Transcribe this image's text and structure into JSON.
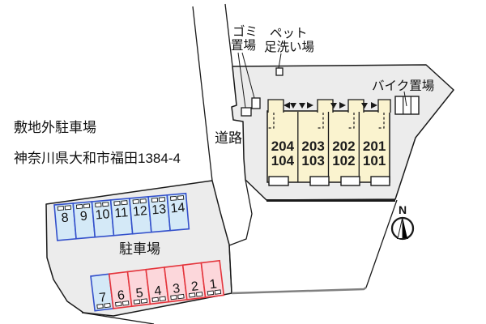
{
  "titles": {
    "site_type": "敷地外駐車場",
    "address": "神奈川県大和市福田1384-4"
  },
  "road": {
    "label": "道路"
  },
  "facility_labels": {
    "garbage": {
      "line1": "ゴミ",
      "line2": "置場"
    },
    "pet_wash": {
      "line1": "ペット",
      "line2": "足洗い場"
    },
    "bike": "バイク置場"
  },
  "building": {
    "units": [
      {
        "upper": "204",
        "lower": "104"
      },
      {
        "upper": "203",
        "lower": "103"
      },
      {
        "upper": "202",
        "lower": "102"
      },
      {
        "upper": "201",
        "lower": "101"
      }
    ]
  },
  "parking": {
    "label": "駐車場",
    "back_row": {
      "numbers": [
        "8",
        "9",
        "10",
        "11",
        "12",
        "13",
        "14"
      ],
      "style": "blue"
    },
    "front_row": {
      "numbers": [
        "7",
        "6",
        "5",
        "4",
        "3",
        "2",
        "1"
      ],
      "styles": [
        "blue",
        "pink",
        "pink",
        "pink",
        "pink",
        "pink",
        "pink"
      ]
    }
  },
  "compass": {
    "north": "N"
  },
  "colors": {
    "parcel_fill": "#ececec",
    "outline": "#1a1a1a",
    "building_fill": "#faf3cf",
    "stall_blue_fill": "#d4e9f7",
    "stall_blue_border": "#3350cb",
    "stall_pink_fill": "#fcd7db",
    "stall_pink_border": "#e4353c",
    "boundary_gray": "#808080"
  }
}
